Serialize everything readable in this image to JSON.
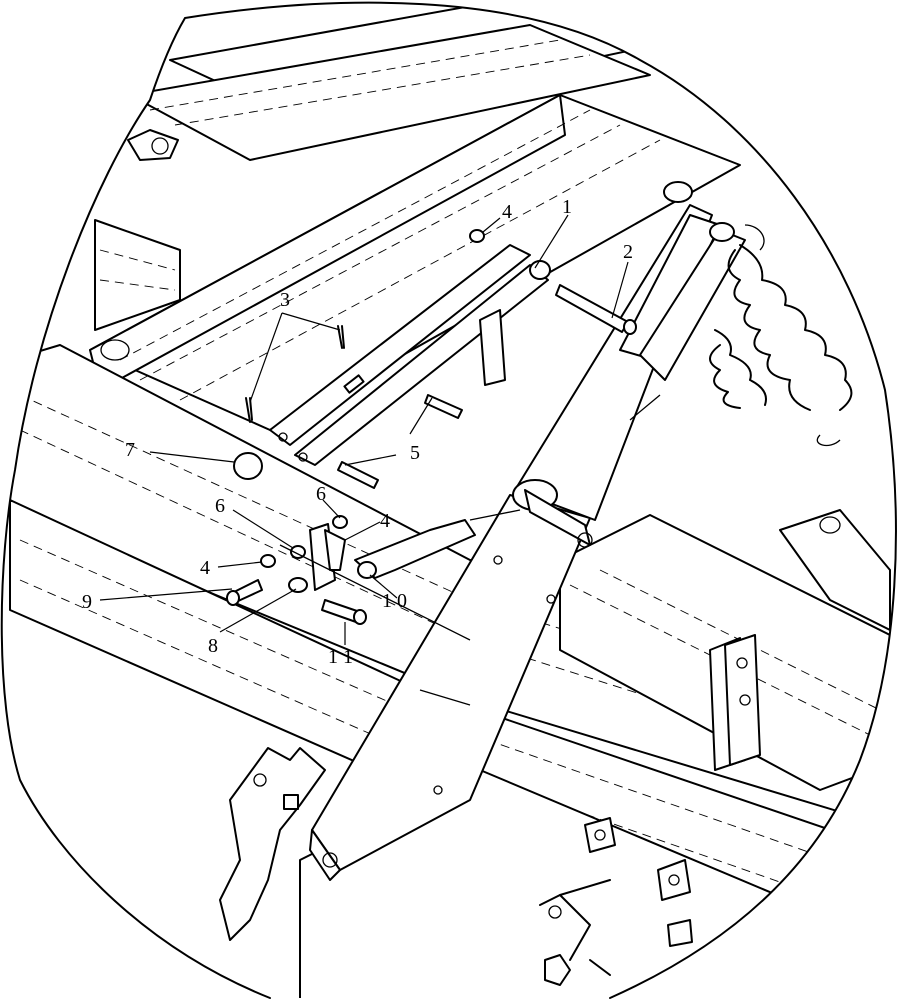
{
  "diagram": {
    "callouts": {
      "c1": "1",
      "c2": "2",
      "c3": "3",
      "c4a": "4",
      "c4b": "4",
      "c4c": "4",
      "c5": "5",
      "c6a": "6",
      "c6b": "6",
      "c7": "7",
      "c8": "8",
      "c9": "9",
      "c10": "1 0",
      "c11": "1 1"
    }
  }
}
